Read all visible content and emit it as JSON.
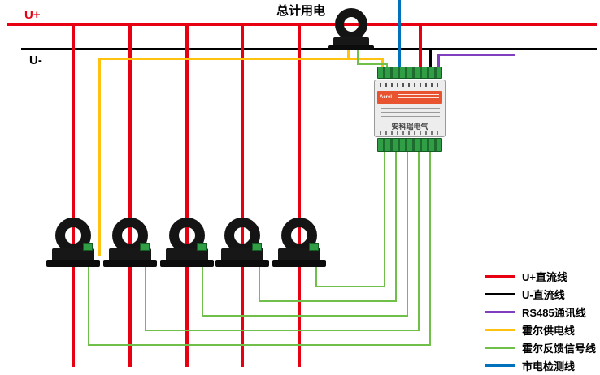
{
  "diagram": {
    "top_label": "总计用电",
    "u_plus_label": "U+",
    "u_minus_label": "U-"
  },
  "meter": {
    "brand": "Acrel",
    "name": "安科瑞电气"
  },
  "legend": {
    "items": [
      {
        "label": "U+直流线",
        "color": "#e60012"
      },
      {
        "label": "U-直流线",
        "color": "#000000"
      },
      {
        "label": "RS485通讯线",
        "color": "#7f3fbf"
      },
      {
        "label": "霍尔供电线",
        "color": "#ffc20e"
      },
      {
        "label": "霍尔反馈信号线",
        "color": "#6fbf4a"
      },
      {
        "label": "市电检测线",
        "color": "#0072bc"
      }
    ]
  },
  "colors": {
    "u_plus": "#e60012",
    "u_minus": "#000000",
    "rs485": "#7f3fbf",
    "hall_power": "#ffc20e",
    "hall_signal": "#6fbf4a",
    "mains_detect": "#0072bc",
    "terminal_green": "#2f9e44",
    "meter_band_orange": "#e8542f"
  }
}
